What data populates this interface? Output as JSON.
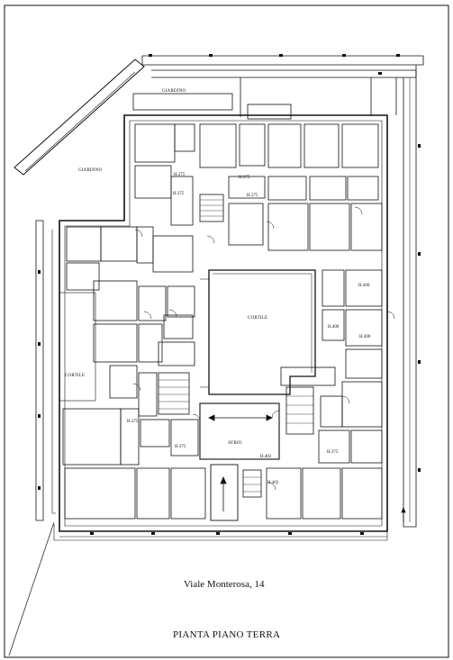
{
  "rooms": {
    "giardino_north": "GIARDINO",
    "giardino_west": "GIARDINO",
    "cortile_central": "CORTILE",
    "cortile_west": "CORTILE",
    "atrio": "ATRIO"
  },
  "elevations": {
    "h1": "H.375",
    "h2": "H.375",
    "h3": "H.375",
    "h4": "H.375",
    "h5": "H.375",
    "h6": "H.375",
    "h7": "H.400",
    "h8": "H.400",
    "h9": "H.400",
    "h10": "H.402",
    "h11": "H.402"
  },
  "footer": {
    "address": "Viale  Monterosa, 14",
    "title": "PIANTA PIANO TERRA"
  }
}
